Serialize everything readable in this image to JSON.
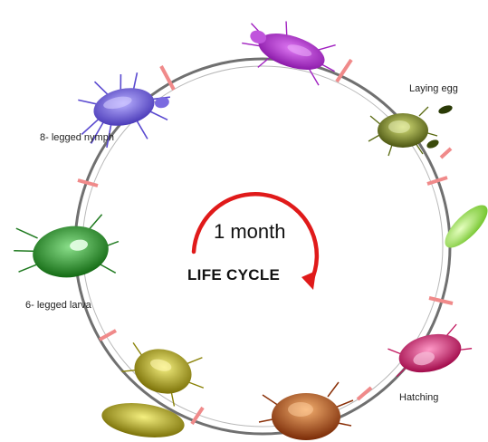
{
  "center": {
    "duration": "1 month",
    "title": "LIFE CYCLE"
  },
  "stages": {
    "laying_egg": "Laying egg",
    "nymph": "8- legged nymph",
    "larva": "6- legged larva",
    "hatching": "Hatching"
  },
  "colors": {
    "ring": "#707070",
    "tick": "#f08a8a",
    "arrow": "#e01a1a",
    "mite_purple": "#b030d0",
    "mite_violet": "#6a5ad8",
    "mite_olive": "#8a9a20",
    "egg_green": "#80d040",
    "mite_green": "#2a9a2a",
    "mite_pink": "#d8206a",
    "mite_orange": "#d06018",
    "mite_yellow": "#c8c010"
  }
}
